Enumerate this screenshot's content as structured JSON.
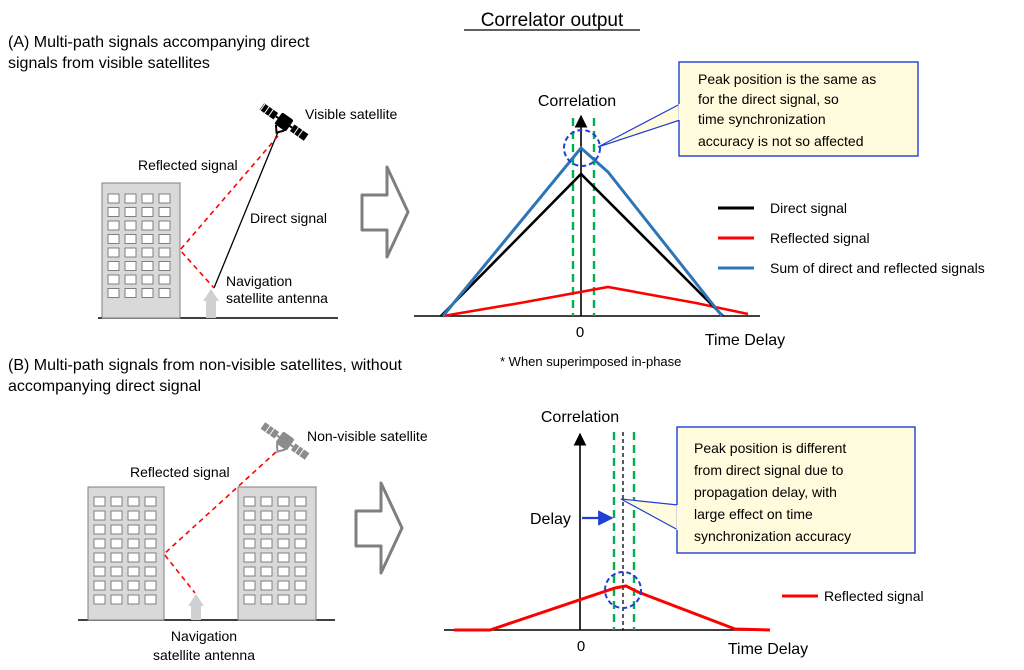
{
  "title": "Correlator output",
  "section_a": {
    "heading_line1": "(A) Multi-path signals accompanying direct",
    "heading_line2": "signals from visible satellites",
    "satellite_label": "Visible satellite",
    "reflected_label": "Reflected signal",
    "direct_label": "Direct signal",
    "antenna_label_line1": "Navigation",
    "antenna_label_line2": "satellite antenna",
    "y_axis_label": "Correlation",
    "x_axis_label": "Time Delay",
    "origin_label": "0",
    "footnote": "* When superimposed in-phase",
    "callout_lines": [
      "Peak position is the same as",
      "for the direct signal, so",
      "time synchronization",
      "accuracy is not so affected"
    ],
    "legend": [
      {
        "label": "Direct signal",
        "color": "#000000"
      },
      {
        "label": "Reflected signal",
        "color": "#ff0000"
      },
      {
        "label": "Sum of direct and reflected signals",
        "color": "#2e75b6"
      }
    ]
  },
  "section_b": {
    "heading_line1": "(B) Multi-path signals from non-visible satellites, without",
    "heading_line2": "accompanying direct signal",
    "satellite_label": "Non-visible satellite",
    "reflected_label": "Reflected signal",
    "antenna_label_line1": "Navigation",
    "antenna_label_line2": "satellite antenna",
    "y_axis_label": "Correlation",
    "x_axis_label": "Time Delay",
    "origin_label": "0",
    "delay_label": "Delay",
    "callout_lines": [
      "Peak position is different",
      "from direct signal due to",
      "propagation delay, with",
      "large effect on time",
      "synchronization accuracy"
    ],
    "legend": [
      {
        "label": "Reflected signal",
        "color": "#ff0000"
      }
    ]
  },
  "colors": {
    "callout_fill": "#fffbdc",
    "callout_border": "#1f3fd6",
    "guide_dash": "#00b050",
    "building_fill": "#d9d9d9",
    "arrow_outline": "#7f7f7f"
  }
}
